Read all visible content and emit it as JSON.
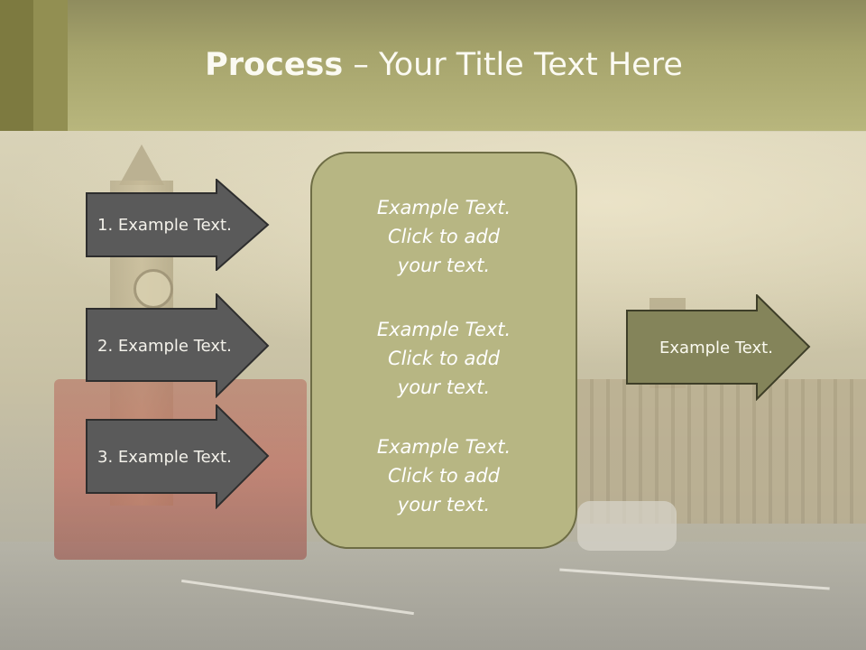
{
  "header": {
    "title_bold": "Process",
    "title_rest": " – Your Title Text Here"
  },
  "steps": [
    {
      "label": "1. Example Text."
    },
    {
      "label": "2. Example Text."
    },
    {
      "label": "3. Example Text."
    }
  ],
  "center": {
    "paragraphs": [
      "Example Text.\nClick  to add\nyour text.",
      "Example Text.\nClick  to add\nyour text.",
      "Example Text.\nClick  to add\nyour text."
    ]
  },
  "result": {
    "label": "Example Text."
  },
  "colors": {
    "header": "#b8b67d",
    "step_arrow": "#5a5a5a",
    "center_box": "#b7b683",
    "result_arrow": "#84845a"
  }
}
